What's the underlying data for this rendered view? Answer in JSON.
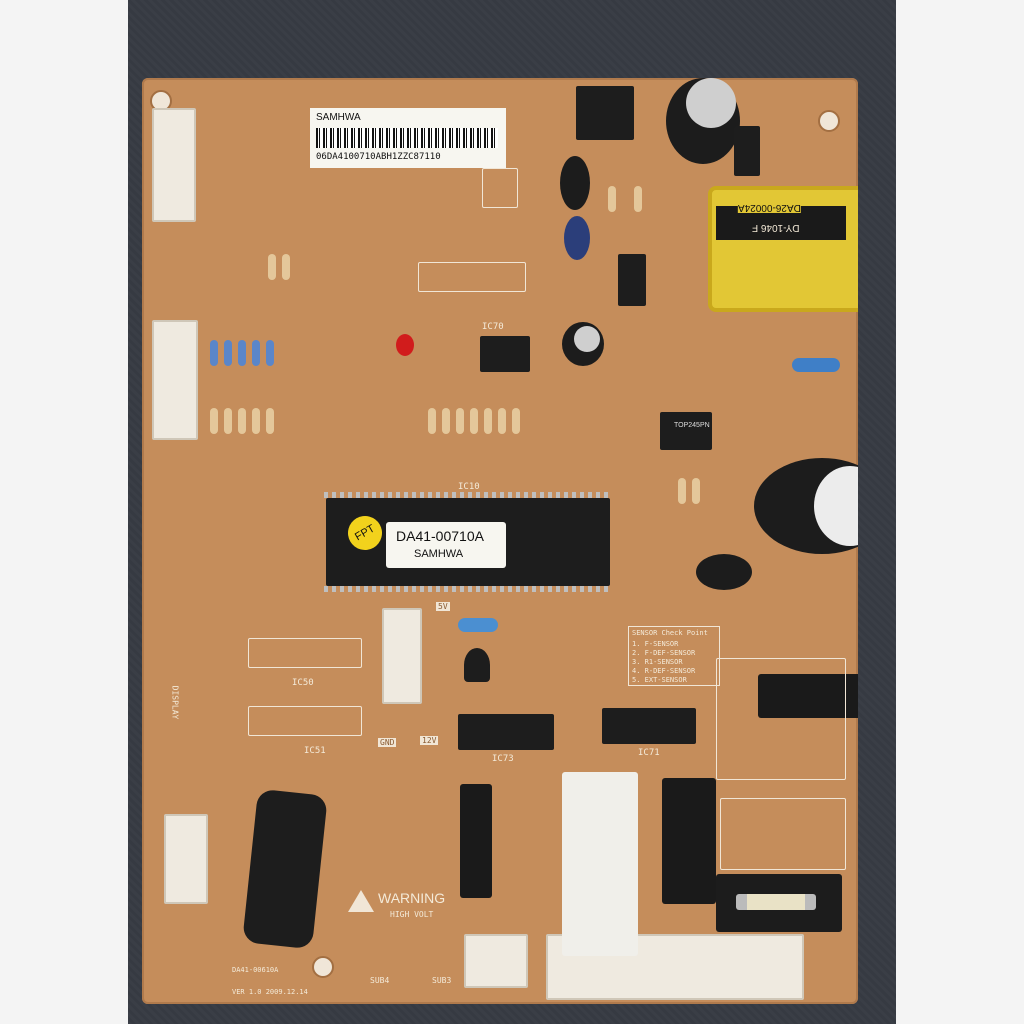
{
  "board": {
    "barcode_brand": "SAMHWA",
    "barcode_serial": "06DA4100710ABH1ZZC87110",
    "mcu_sticker_part": "DA41-00710A",
    "mcu_sticker_brand": "SAMHWA",
    "fpt_sticker": "FPT",
    "transformer_label_1": "DA26-00024A",
    "transformer_label_2": "DY-1046 F",
    "smps_chip": "TOP245PN",
    "warning_title": "WARNING",
    "warning_sub": "HIGH VOLT",
    "sensor_title": "SENSOR Check Point",
    "sensor_items": [
      "1. F-SENSOR",
      "2. F-DEF-SENSOR",
      "3. R1-SENSOR",
      "4. R-DEF-SENSOR",
      "5. EXT-SENSOR"
    ],
    "footer_code": "DA41-00610A",
    "footer_ver": "VER 1.0  2009.12.14",
    "ic10": "IC10",
    "ic50": "IC50",
    "ic51": "IC51",
    "ic70": "IC70",
    "ic71": "IC71",
    "ic73": "IC73",
    "label_5v": "5V",
    "label_12v": "12V",
    "label_gnd": "GND",
    "label_display": "DISPLAY",
    "label_sub4": "SUB4",
    "label_sub3": "SUB3"
  },
  "colors": {
    "pcb": "#c58d5b",
    "silkscreen": "#f1e6d6",
    "connector": "#efeae0",
    "transformer": "#e2c735"
  }
}
